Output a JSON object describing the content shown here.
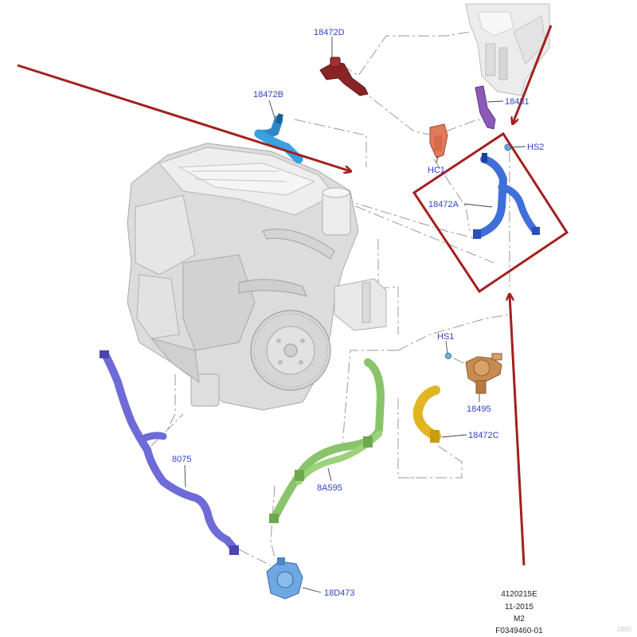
{
  "parts": [
    {
      "id": "18472D",
      "label": "18472D"
    },
    {
      "id": "18472B",
      "label": "18472B"
    },
    {
      "id": "18431",
      "label": "18431"
    },
    {
      "id": "HS2",
      "label": "HS2"
    },
    {
      "id": "HC1",
      "label": "HC1"
    },
    {
      "id": "18472A",
      "label": "18472A"
    },
    {
      "id": "HS1",
      "label": "HS1"
    },
    {
      "id": "18495",
      "label": "18495"
    },
    {
      "id": "18472C",
      "label": "18472C"
    },
    {
      "id": "8075",
      "label": "8075"
    },
    {
      "id": "8A595",
      "label": "8A595"
    },
    {
      "id": "18D473",
      "label": "18D473"
    }
  ],
  "footer": [
    "4120215E",
    "11-2015",
    "M2",
    "F0349460-01"
  ],
  "watermark": "2890",
  "colors": {
    "label_blue": "#2f43c8",
    "annotation_red": "#a31f1f",
    "hose_blue": "#3f6fd8",
    "hose_cyan": "#3aa0e0",
    "hose_violet": "#6e6ad8",
    "hose_green": "#8ac46a",
    "hose_yellow": "#e0b520",
    "valve_tan": "#c98a52",
    "connector_darkred": "#8a2424",
    "connector_orange": "#e07a5a",
    "bracket_purple": "#8e5ab8",
    "engine_gray": "#d9d9d9"
  }
}
